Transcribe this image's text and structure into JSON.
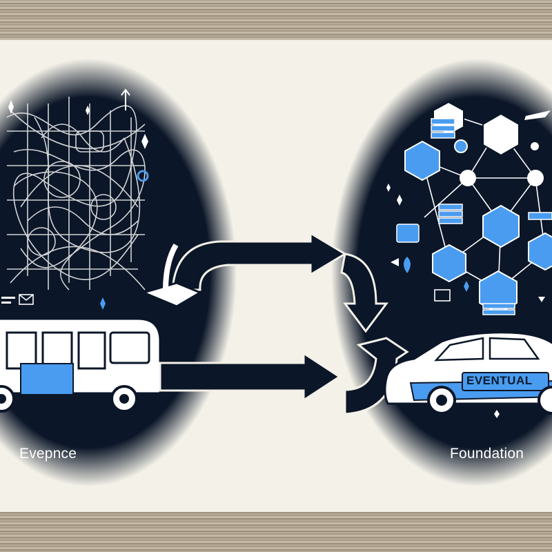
{
  "labels": {
    "left_caption": "Evepnce",
    "right_caption": "Foundation",
    "car_badge": "EVENTUAL"
  },
  "colors": {
    "navy": "#0b1628",
    "blue": "#4a9cf0",
    "paper": "#f3f1e8",
    "wood": "#b7ab98"
  },
  "icons": [
    "tangled-lines-icon",
    "bus-icon",
    "cycle-arrows-icon",
    "hexagon-network-icon",
    "car-icon"
  ]
}
